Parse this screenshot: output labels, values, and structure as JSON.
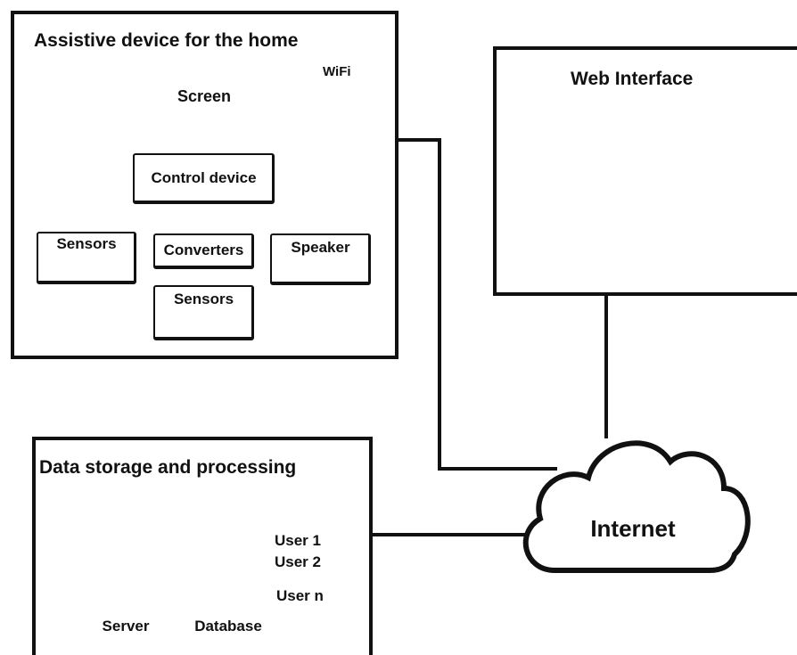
{
  "home": {
    "title": "Assistive device for the home",
    "screen": "Screen",
    "wifi": "WiFi",
    "control": "Control device",
    "sensors_left": "Sensors",
    "converters": "Converters",
    "speaker": "Speaker",
    "sensors_bottom": "Sensors"
  },
  "web": {
    "title": "Web Interface"
  },
  "storage": {
    "title": "Data storage and processing",
    "server": "Server",
    "database": "Database",
    "users": [
      "User 1",
      "User 2",
      "User n"
    ]
  },
  "internet": {
    "label": "Internet"
  }
}
